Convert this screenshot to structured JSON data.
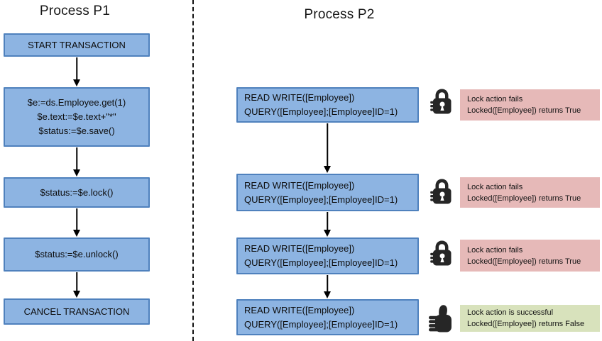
{
  "p1": {
    "title": "Process P1",
    "boxes": [
      {
        "lines": [
          "START TRANSACTION"
        ]
      },
      {
        "lines": [
          "$e:=ds.Employee.get(1)",
          "$e.text:=$e.text+\"*\"",
          "$status:=$e.save()"
        ]
      },
      {
        "lines": [
          "$status:=$e.lock()"
        ]
      },
      {
        "lines": [
          "$status:=$e.unlock()"
        ]
      },
      {
        "lines": [
          "CANCEL TRANSACTION"
        ]
      }
    ]
  },
  "p2": {
    "title": "Process P2",
    "boxes": [
      {
        "lines": [
          "READ WRITE([Employee])",
          "QUERY([Employee];[Employee]ID=1)"
        ]
      },
      {
        "lines": [
          "READ WRITE([Employee])",
          "QUERY([Employee];[Employee]ID=1)"
        ]
      },
      {
        "lines": [
          "READ WRITE([Employee])",
          "QUERY([Employee];[Employee]ID=1)"
        ]
      },
      {
        "lines": [
          "READ WRITE([Employee])",
          "QUERY([Employee];[Employee]ID=1)"
        ]
      }
    ],
    "annotations": [
      {
        "icon": "lock-icon",
        "status": "fail",
        "lines": [
          "Lock action fails",
          "Locked([Employee]) returns True"
        ]
      },
      {
        "icon": "lock-icon",
        "status": "fail",
        "lines": [
          "Lock action fails",
          "Locked([Employee]) returns True"
        ]
      },
      {
        "icon": "lock-icon",
        "status": "fail",
        "lines": [
          "Lock action fails",
          "Locked([Employee]) returns True"
        ]
      },
      {
        "icon": "thumbs-up-icon",
        "status": "success",
        "lines": [
          "Lock action is successful",
          "Locked([Employee]) returns False"
        ]
      }
    ]
  },
  "colors": {
    "node_fill": "#8DB4E2",
    "node_border": "#4F81BD",
    "fail_bg": "#E6B9B8",
    "success_bg": "#D8E2BC",
    "icon_color": "#262626",
    "divider": "#111111"
  }
}
